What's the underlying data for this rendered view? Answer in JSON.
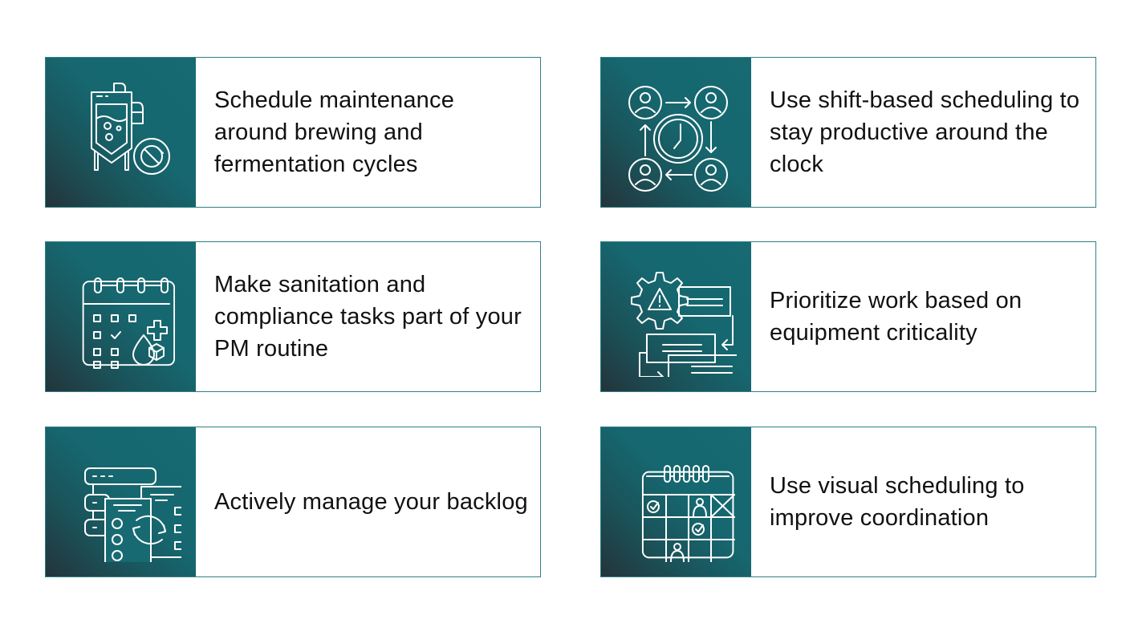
{
  "cards": [
    {
      "icon": "fermentation-tank-maintenance-icon",
      "text": "Schedule maintenance around brewing and fermentation cycles"
    },
    {
      "icon": "shift-rotation-clock-icon",
      "text": "Use shift-based scheduling to stay productive around the clock"
    },
    {
      "icon": "sanitation-calendar-icon",
      "text": "Make sanitation and compliance tasks part of your PM routine"
    },
    {
      "icon": "equipment-criticality-gear-icon",
      "text": "Prioritize work based on equipment criticality"
    },
    {
      "icon": "backlog-documents-icon",
      "text": "Actively manage your backlog"
    },
    {
      "icon": "visual-schedule-calendar-icon",
      "text": "Use visual scheduling to improve coordination"
    }
  ],
  "colors": {
    "accent": "#176a72",
    "accent_dark": "#23343a",
    "border": "#2f7f86",
    "text": "#111111"
  }
}
